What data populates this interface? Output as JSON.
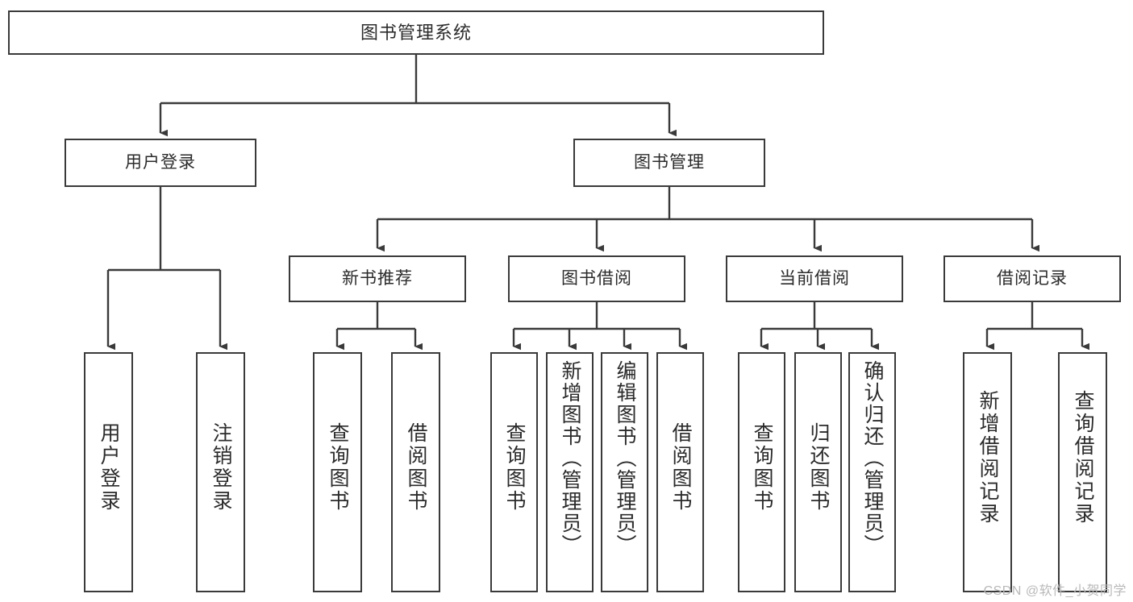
{
  "diagram": {
    "type": "tree-hierarchy-chart",
    "title": "图书管理系统",
    "line_color": "#3a3a3a",
    "box_fill": "#ffffff",
    "text_color": "#2b2b2b",
    "background": "#ffffff",
    "root": {
      "label": "图书管理系统"
    },
    "level2": [
      {
        "label": "用户登录"
      },
      {
        "label": "图书管理"
      }
    ],
    "level3": [
      {
        "label": "新书推荐"
      },
      {
        "label": "图书借阅"
      },
      {
        "label": "当前借阅"
      },
      {
        "label": "借阅记录"
      }
    ],
    "leaves": {
      "user_login": [
        {
          "label": "用户登录"
        },
        {
          "label": "注销登录"
        }
      ],
      "new_book_recommend": [
        {
          "label": "查询图书"
        },
        {
          "label": "借阅图书"
        }
      ],
      "book_borrow": [
        {
          "label": "查询图书"
        },
        {
          "label": "新增图书（管理员）"
        },
        {
          "label": "编辑图书（管理员）"
        },
        {
          "label": "借阅图书"
        }
      ],
      "current_borrow": [
        {
          "label": "查询图书"
        },
        {
          "label": "归还图书"
        },
        {
          "label": "确认归还（管理员）"
        }
      ],
      "borrow_record": [
        {
          "label": "新增借阅记录"
        },
        {
          "label": "查询借阅记录"
        }
      ]
    }
  },
  "watermark": {
    "text": "CSDN @软件_小贺同学"
  }
}
